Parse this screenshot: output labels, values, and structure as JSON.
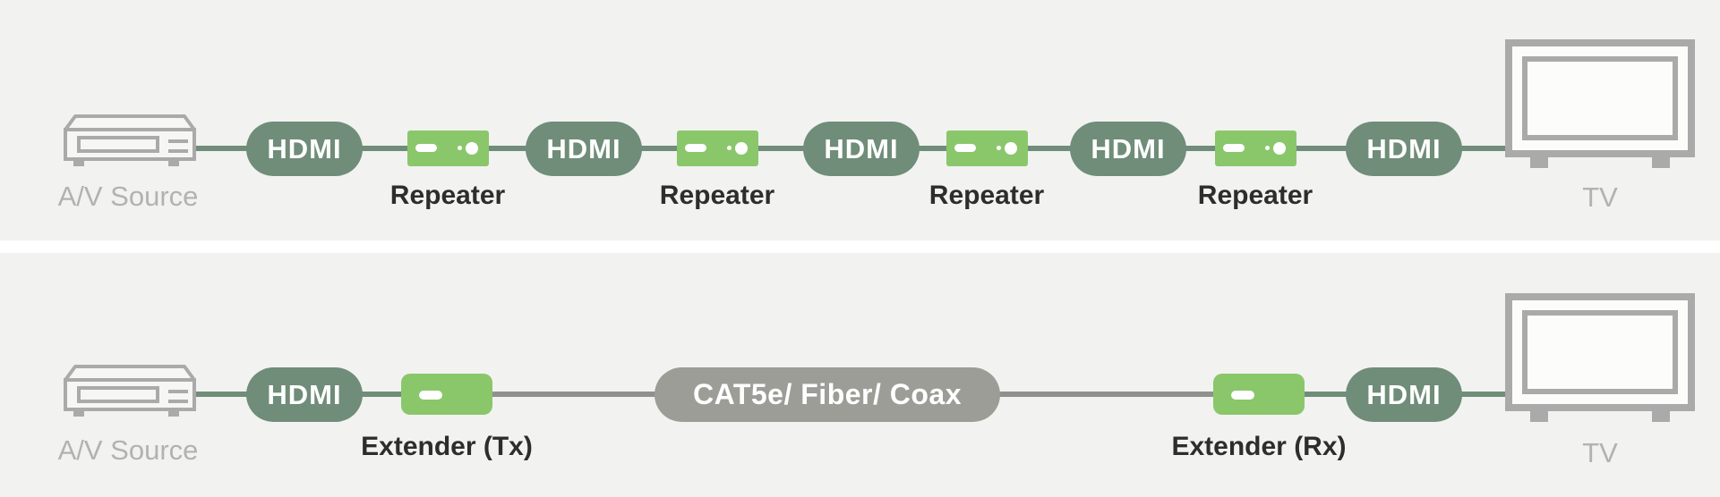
{
  "colors": {
    "background_band": "#f2f2f1",
    "divider": "#ffffff",
    "sage_green": "#6f8d78",
    "bright_green": "#8ac76a",
    "cable_gray": "#9b9d96",
    "gray_line": "#8f918d",
    "device_gray": "#aaaaaa",
    "device_label_gray": "#b2b2b0",
    "dark_label": "#2d2d2d"
  },
  "top_row": {
    "source_label": "A/V Source",
    "hdmi_pills": [
      "HDMI",
      "HDMI",
      "HDMI",
      "HDMI",
      "HDMI"
    ],
    "repeaters": [
      "Repeater",
      "Repeater",
      "Repeater",
      "Repeater"
    ],
    "tv_label": "TV"
  },
  "bottom_row": {
    "source_label": "A/V Source",
    "hdmi_left": "HDMI",
    "extender_tx": "Extender (Tx)",
    "cable": "CAT5e/ Fiber/ Coax",
    "extender_rx": "Extender (Rx)",
    "hdmi_right": "HDMI",
    "tv_label": "TV"
  }
}
